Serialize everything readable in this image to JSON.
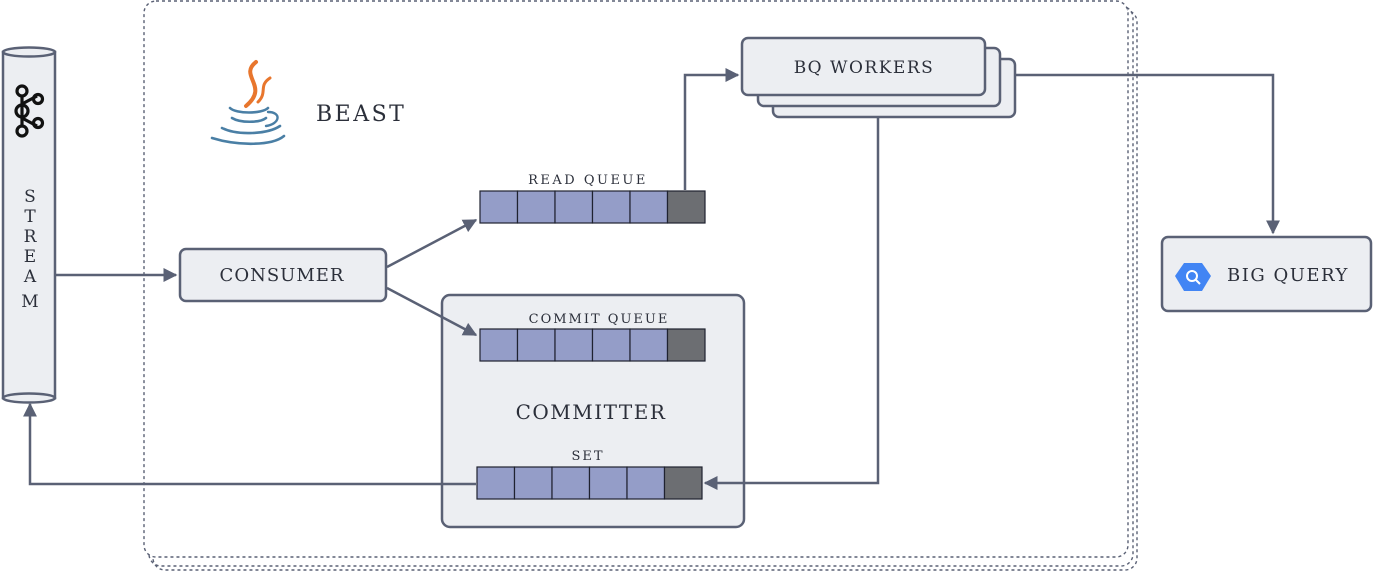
{
  "beast": {
    "label": "BEAST"
  },
  "stream": {
    "letters": [
      "S",
      "T",
      "R",
      "E",
      "A",
      "M"
    ]
  },
  "consumer": {
    "label": "CONSUMER"
  },
  "read_queue": {
    "label": "READ QUEUE",
    "cells": 6,
    "filled_cells": 5
  },
  "commit_queue": {
    "label": "COMMIT QUEUE",
    "cells": 6,
    "filled_cells": 5
  },
  "committer": {
    "label": "COMMITTER"
  },
  "set": {
    "label": "SET",
    "cells": 6,
    "filled_cells": 5
  },
  "bq_workers": {
    "label": "BQ WORKERS"
  },
  "big_query": {
    "label": "BIG QUERY"
  },
  "colors": {
    "stroke": "#5a6175",
    "box_fill": "#eceef2",
    "cell_fill": "#949dc8",
    "cell_empty": "#6c6e72",
    "java_orange": "#e8762d",
    "java_blue": "#4a7fa5",
    "bigquery_blue": "#4285f4"
  },
  "icons": {
    "stream": "kafka-icon",
    "beast": "java-icon",
    "big_query": "bigquery-icon"
  }
}
